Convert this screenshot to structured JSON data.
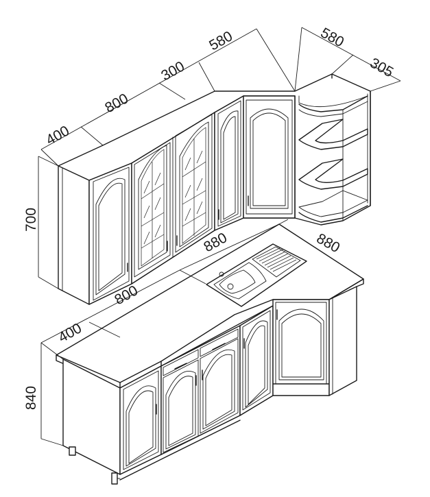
{
  "dimensions": {
    "upper": {
      "depth_left": "400",
      "width_main": "800",
      "width_narrow": "300",
      "width_corner": "580",
      "width_corner_return": "580",
      "depth_shelf": "305",
      "height": "700"
    },
    "lower": {
      "depth_left": "400",
      "width_main": "800",
      "width_sink": "880",
      "width_corner_return": "880",
      "height": "840"
    }
  }
}
